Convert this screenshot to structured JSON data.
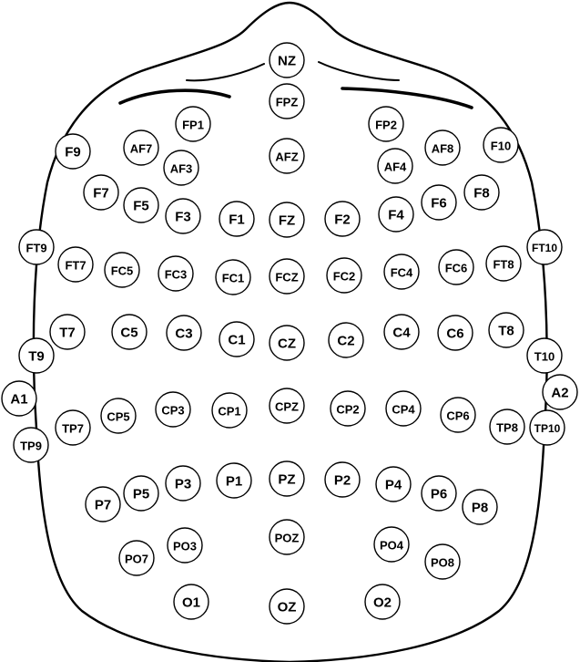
{
  "electrodes": [
    "NZ",
    "FPZ",
    "FP1",
    "FP2",
    "F9",
    "AF7",
    "AFZ",
    "AF8",
    "F10",
    "AF3",
    "AF4",
    "F7",
    "F5",
    "F3",
    "F1",
    "FZ",
    "F2",
    "F4",
    "F6",
    "F8",
    "FT9",
    "FT10",
    "FT7",
    "FC5",
    "FC3",
    "FC1",
    "FCZ",
    "FC2",
    "FC4",
    "FC6",
    "FT8",
    "T7",
    "C5",
    "C3",
    "C1",
    "CZ",
    "C2",
    "C4",
    "C6",
    "T8",
    "T9",
    "T10",
    "A1",
    "A2",
    "CP5",
    "CP3",
    "CP1",
    "CPZ",
    "CP2",
    "CP4",
    "CP6",
    "TP7",
    "TP8",
    "TP9",
    "TP10",
    "P7",
    "P5",
    "P3",
    "P1",
    "PZ",
    "P2",
    "P4",
    "P6",
    "P8",
    "PO7",
    "PO3",
    "POZ",
    "PO4",
    "PO8",
    "O1",
    "OZ",
    "O2"
  ],
  "colors": {
    "stroke": "#000000",
    "fill": "#ffffff",
    "text": "#000000"
  }
}
